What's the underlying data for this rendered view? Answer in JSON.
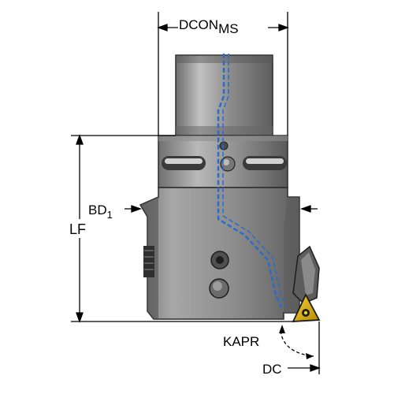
{
  "labels": {
    "dcon": "DCON",
    "dcon_sub": "MS",
    "bd": "BD",
    "bd_sub": "1",
    "lf": "LF",
    "kapr": "KAPR",
    "dc": "DC"
  },
  "colors": {
    "body": "#7a7a7a",
    "body_light": "#a3a3a3",
    "body_dark": "#3c3c3c",
    "coolant": "#2a6cc9",
    "insert": "#e3b400",
    "line": "#000000"
  }
}
